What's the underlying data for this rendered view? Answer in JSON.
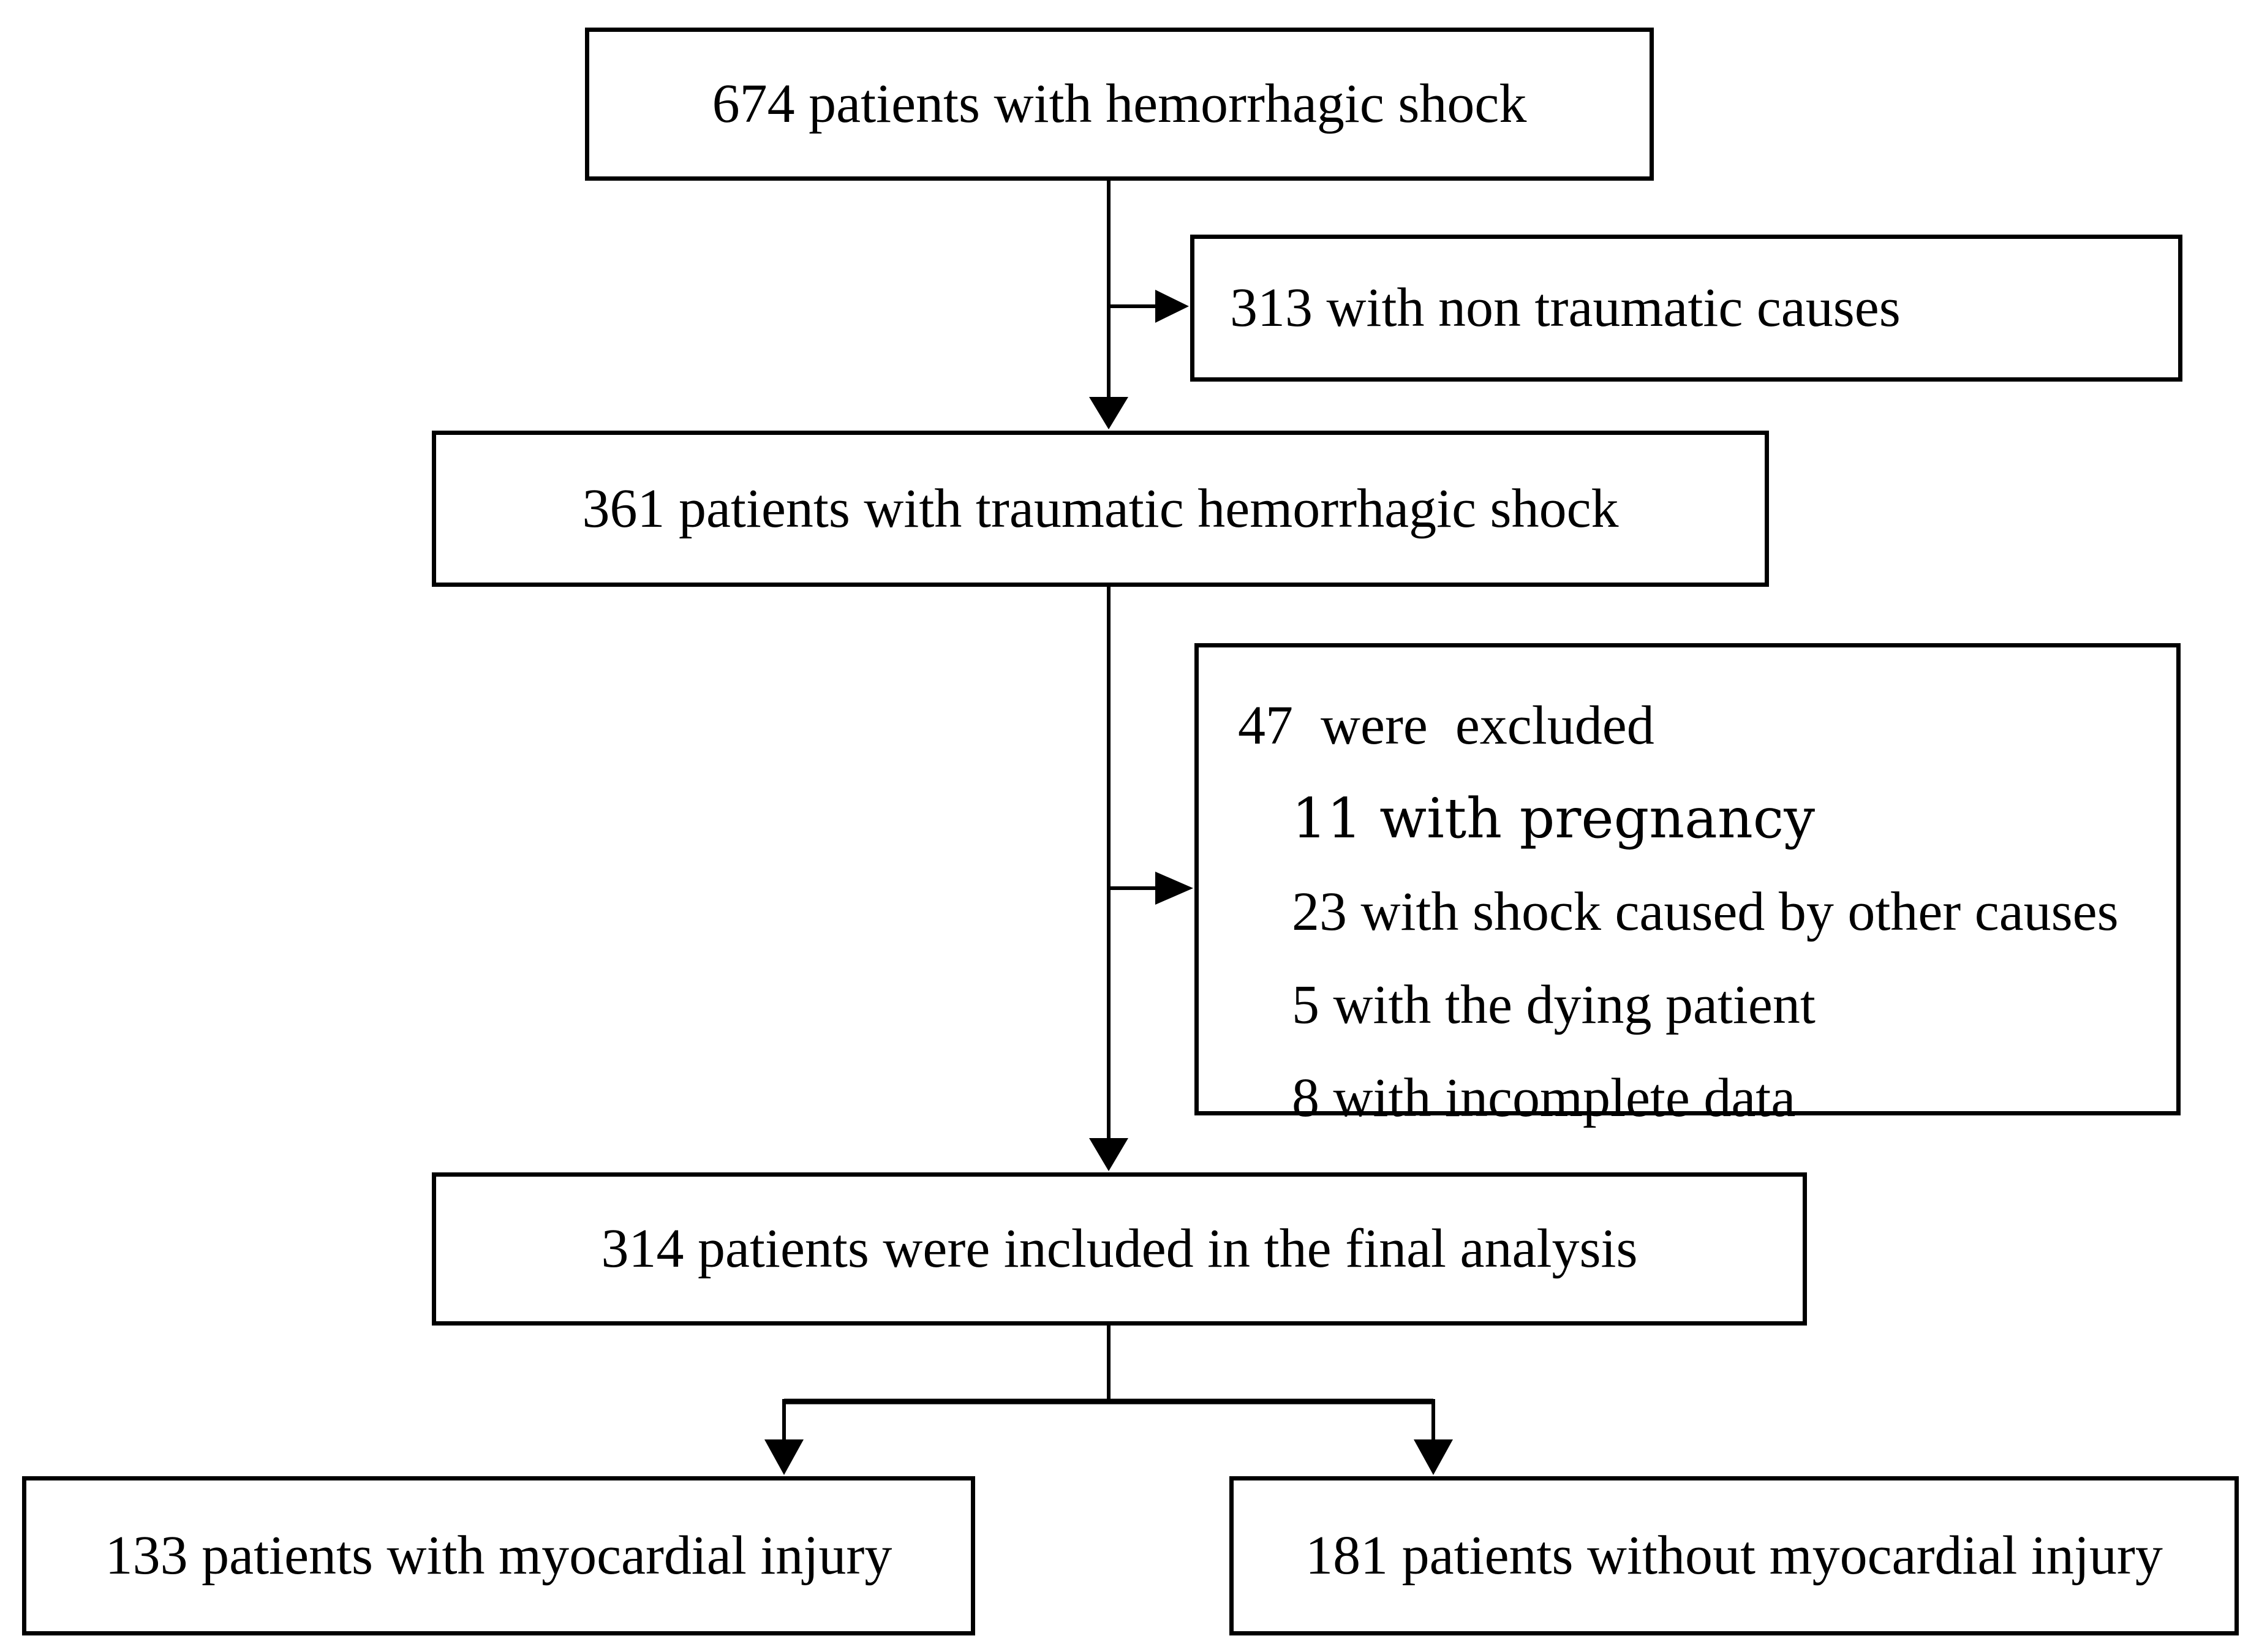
{
  "colors": {
    "background": "#ffffff",
    "box_fill": "#ffffff",
    "line": "#000000",
    "text": "#000000"
  },
  "nodes": {
    "total": {
      "label": "674 patients with hemorrhagic shock"
    },
    "non_traumatic": {
      "label": "313 with non traumatic causes"
    },
    "traumatic": {
      "label": "361 patients with traumatic hemorrhagic shock"
    },
    "excluded": {
      "title": "47  were  excluded",
      "items": [
        "11 with pregnancy",
        "23 with shock caused by other causes",
        "5 with the dying patient",
        "8 with incomplete data"
      ]
    },
    "final": {
      "label": "314 patients were included in the final analysis"
    },
    "injury": {
      "label": "133 patients with myocardial injury"
    },
    "no_injury": {
      "label": "181 patients without myocardial injury"
    }
  },
  "edges": [
    {
      "from": "total",
      "to": "traumatic",
      "type": "arrow-down"
    },
    {
      "from": "total",
      "to": "non_traumatic",
      "type": "arrow-right-branch"
    },
    {
      "from": "traumatic",
      "to": "final",
      "type": "arrow-down"
    },
    {
      "from": "traumatic",
      "to": "excluded",
      "type": "arrow-right-branch"
    },
    {
      "from": "final",
      "to": "injury",
      "type": "arrow-down-split-left"
    },
    {
      "from": "final",
      "to": "no_injury",
      "type": "arrow-down-split-right"
    }
  ]
}
